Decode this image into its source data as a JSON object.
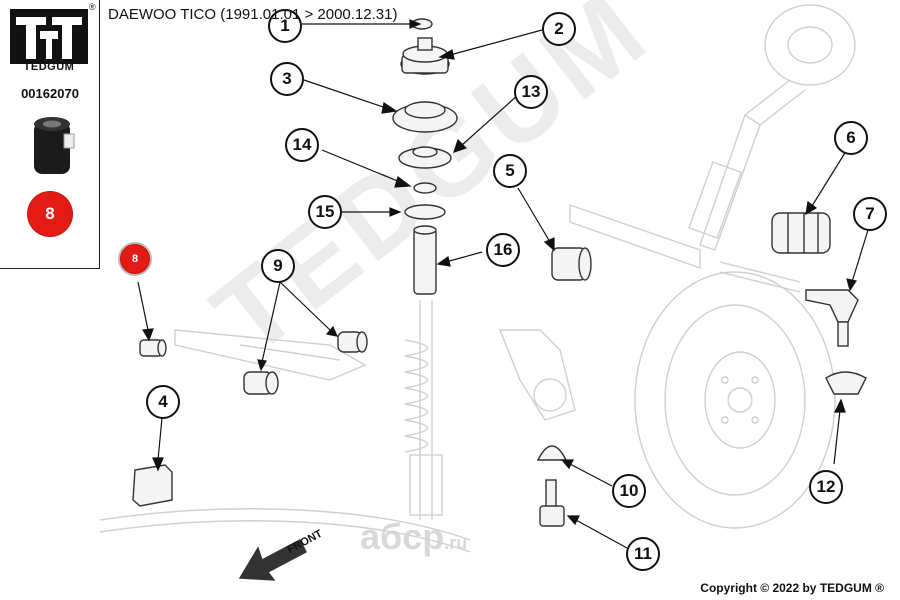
{
  "header": {
    "title": "DAEWOO TICO (1991.01.01 > 2000.12.31)"
  },
  "panel": {
    "brand": "TEDGUM",
    "registered_mark": "®",
    "part_number": "00162070",
    "badge": "8"
  },
  "diagram": {
    "highlight_badge": "8",
    "front_label": "FRONT",
    "watermark": "TEDGUM",
    "site_mark": "aбcp",
    "site_suffix": ".ru",
    "callouts": [
      "1",
      "2",
      "3",
      "4",
      "5",
      "6",
      "7",
      "9",
      "10",
      "11",
      "12",
      "13",
      "14",
      "15",
      "16"
    ]
  },
  "footer": {
    "copyright": "Copyright © 2022 by TEDGUM ®"
  },
  "colors": {
    "badge_red": "#e41b14",
    "line_gray": "#cfcfcf",
    "ink": "#111111"
  }
}
